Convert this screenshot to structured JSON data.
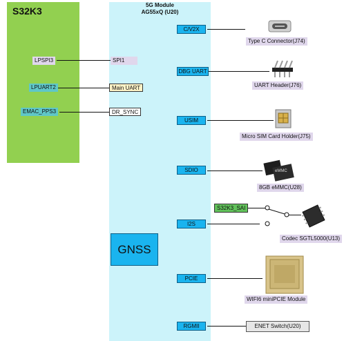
{
  "s32k3": {
    "title": "S32K3",
    "pins": [
      "LPSPI3",
      "LPUART2",
      "EMAC_PPS3"
    ]
  },
  "module": {
    "title_line1": "5G Module",
    "title_line2": "AG55xQ (U20)",
    "left_ports": [
      "SPI1",
      "Main UART",
      "DR_SYNC"
    ],
    "right_ports": [
      "C/V2X",
      "DBG UART",
      "USIM",
      "SDIO",
      "I2S",
      "PCIE",
      "RGMII"
    ],
    "gnss": "GNSS"
  },
  "peripherals": {
    "type_c": "Type C Connector(J74)",
    "uart_header": "UART Header(J76)",
    "sim": "Micro SIM Card Holder(J75)",
    "emmc": "8GB eMMC(U28)",
    "emmc_chip_text": "eMMC",
    "codec": "Codec SGTL5000(U13)",
    "s32k3_sai": "S32K3_SAI",
    "wifi": "WIFI6 miniPCIE Module",
    "enet": "ENET Switch(U20)"
  }
}
